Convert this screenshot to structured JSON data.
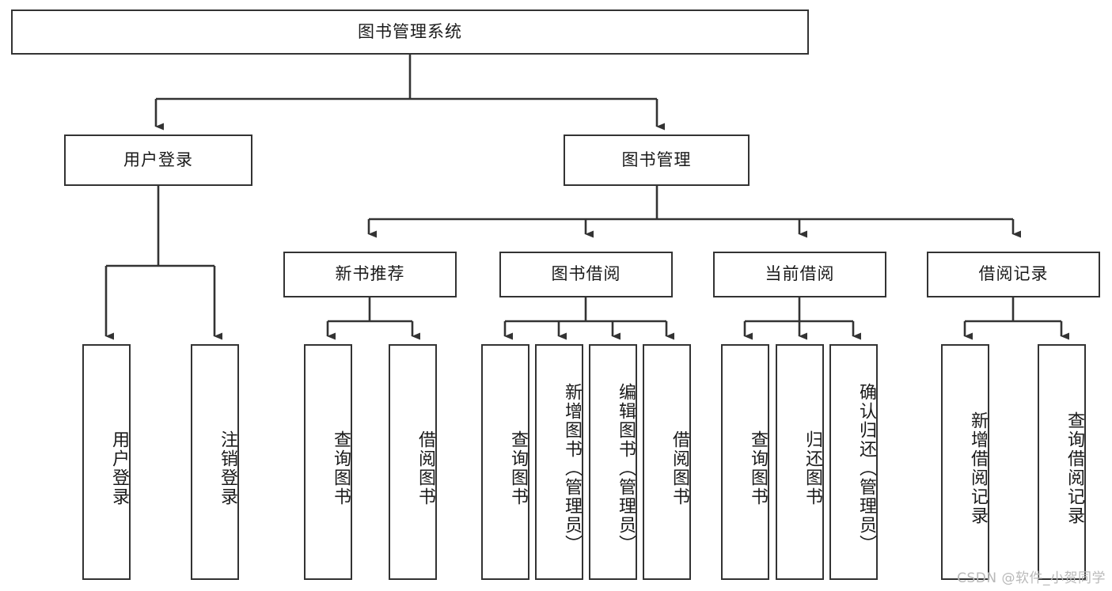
{
  "diagram": {
    "type": "tree-hierarchy",
    "title_text": "图书管理系统",
    "root": {
      "id": "root",
      "label": "图书管理系统"
    },
    "level1": [
      {
        "id": "user-login",
        "label": "用户登录"
      },
      {
        "id": "book-management",
        "label": "图书管理"
      }
    ],
    "level2": [
      {
        "id": "new-book-recommend",
        "label": "新书推荐"
      },
      {
        "id": "book-borrow",
        "label": "图书借阅"
      },
      {
        "id": "current-borrow",
        "label": "当前借阅"
      },
      {
        "id": "borrow-record",
        "label": "借阅记录"
      }
    ],
    "leaves": {
      "user_login": [
        {
          "id": "leaf-user-login",
          "label": "用户登录"
        },
        {
          "id": "leaf-logout",
          "label": "注销登录"
        }
      ],
      "new_book_recommend": [
        {
          "id": "leaf-query-book-1",
          "label": "查询图书"
        },
        {
          "id": "leaf-borrow-book-1",
          "label": "借阅图书"
        }
      ],
      "book_borrow": [
        {
          "id": "leaf-query-book-2",
          "label": "查询图书"
        },
        {
          "id": "leaf-add-book",
          "label": "新增图书（管理员）"
        },
        {
          "id": "leaf-edit-book",
          "label": "编辑图书（管理员）"
        },
        {
          "id": "leaf-borrow-book-2",
          "label": "借阅图书"
        }
      ],
      "current_borrow": [
        {
          "id": "leaf-query-book-3",
          "label": "查询图书"
        },
        {
          "id": "leaf-return-book",
          "label": "归还图书"
        },
        {
          "id": "leaf-confirm-return",
          "label": "确认归还（管理员）"
        }
      ],
      "borrow_record": [
        {
          "id": "leaf-add-record",
          "label": "新增借阅记录"
        },
        {
          "id": "leaf-query-record",
          "label": "查询借阅记录"
        }
      ]
    }
  },
  "watermark": {
    "text": "CSDN @软件_小贺同学"
  },
  "colors": {
    "box_border": "#333333",
    "box_fill": "#ffffff",
    "edge": "#333333",
    "text": "#1a1a1a",
    "watermark": "#b9b9b9",
    "background": "#ffffff"
  }
}
